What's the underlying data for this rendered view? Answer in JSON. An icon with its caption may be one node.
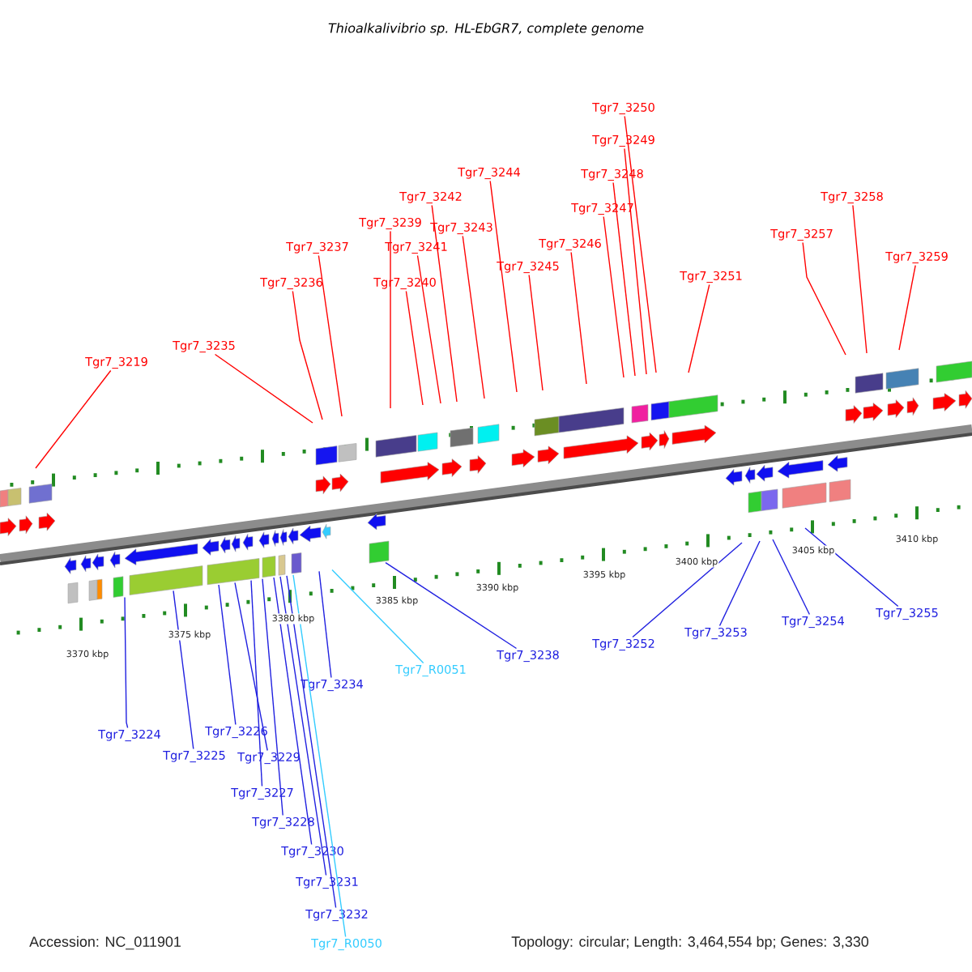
{
  "diagram": {
    "title": "Thioalkalivibrio sp. HL-EbGR7, complete genome",
    "nodes": [
      {
        "text": [
          "Tgr7_3250"
        ]
      },
      {
        "text": [
          "Tgr7_3249"
        ]
      },
      {
        "text": [
          "Tgr7_3248"
        ]
      },
      {
        "text": [
          "Tgr7_3244"
        ]
      },
      {
        "text": [
          "Tgr7_3258"
        ]
      },
      {
        "text": [
          "Tgr7_3242"
        ]
      },
      {
        "text": [
          "Tgr7_3247"
        ]
      },
      {
        "text": [
          "Tgr7_3239"
        ]
      },
      {
        "text": [
          "Tgr7_3243"
        ]
      },
      {
        "text": [
          "Tgr7_3257"
        ]
      },
      {
        "text": [
          "Tgr7_3246"
        ]
      },
      {
        "text": [
          "Tgr7_3237"
        ]
      },
      {
        "text": [
          "Tgr7_3241"
        ]
      },
      {
        "text": [
          "Tgr7_3259"
        ]
      },
      {
        "text": [
          "Tgr7_3245"
        ]
      },
      {
        "text": [
          "Tgr7_3251"
        ]
      },
      {
        "text": [
          "Tgr7_3236"
        ]
      },
      {
        "text": [
          "Tgr7_3240"
        ]
      },
      {
        "text": [
          "Tgr7_3235"
        ]
      },
      {
        "text": [
          "Tgr7_3219"
        ]
      },
      {
        "text": [
          "Tgr7_3255"
        ]
      },
      {
        "text": [
          "Tgr7_3254"
        ]
      },
      {
        "text": [
          "Tgr7_3253"
        ]
      },
      {
        "text": [
          "Tgr7_3252"
        ]
      },
      {
        "text": [
          "Tgr7_3238"
        ]
      },
      {
        "text": [
          "Tgr7_R0051"
        ]
      },
      {
        "text": [
          "Tgr7_3234"
        ]
      },
      {
        "text": [
          "Tgr7_3226"
        ]
      },
      {
        "text": [
          "Tgr7_3224"
        ]
      },
      {
        "text": [
          "Tgr7_3225"
        ]
      },
      {
        "text": [
          "Tgr7_3229"
        ]
      },
      {
        "text": [
          "Tgr7_3227"
        ]
      },
      {
        "text": [
          "Tgr7_3228"
        ]
      },
      {
        "text": [
          "Tgr7_3230"
        ]
      },
      {
        "text": [
          "Tgr7_3231"
        ]
      },
      {
        "text": [
          "Tgr7_3232"
        ]
      },
      {
        "text": [
          "Tgr7_R0050"
        ]
      }
    ],
    "edges": [
      {
        "from": 0,
        "to": null,
        "arrow": "none"
      },
      {
        "from": 1,
        "to": null,
        "arrow": "none"
      },
      {
        "from": 2,
        "to": null,
        "arrow": "none"
      },
      {
        "from": 3,
        "to": null,
        "arrow": "none"
      },
      {
        "from": 4,
        "to": null,
        "arrow": "none"
      },
      {
        "from": 5,
        "to": null,
        "arrow": "none"
      },
      {
        "from": 6,
        "to": null,
        "arrow": "none"
      },
      {
        "from": 7,
        "to": null,
        "arrow": "none"
      },
      {
        "from": 8,
        "to": null,
        "arrow": "none"
      },
      {
        "from": 9,
        "to": null,
        "arrow": "none"
      },
      {
        "from": 10,
        "to": null,
        "arrow": "none"
      },
      {
        "from": 11,
        "to": null,
        "arrow": "none"
      },
      {
        "from": 12,
        "to": null,
        "arrow": "none"
      },
      {
        "from": 13,
        "to": null,
        "arrow": "none"
      },
      {
        "from": 14,
        "to": null,
        "arrow": "none"
      },
      {
        "from": 15,
        "to": null,
        "arrow": "none"
      },
      {
        "from": 16,
        "to": null,
        "arrow": "none"
      },
      {
        "from": 17,
        "to": null,
        "arrow": "none"
      },
      {
        "from": 18,
        "to": null,
        "arrow": "none"
      },
      {
        "from": 19,
        "to": null,
        "arrow": "none"
      },
      {
        "from": 20,
        "to": null,
        "arrow": "none",
        "color": "#2020e0"
      },
      {
        "from": 21,
        "to": null,
        "arrow": "none",
        "color": "#2020e0"
      },
      {
        "from": 22,
        "to": null,
        "arrow": "none",
        "color": "#2020e0"
      },
      {
        "from": 23,
        "to": null,
        "arrow": "none",
        "color": "#2020e0"
      },
      {
        "from": 24,
        "to": null,
        "arrow": "none",
        "color": "#2020e0"
      },
      {
        "from": 25,
        "to": null,
        "arrow": "none",
        "color": "#33ccff"
      },
      {
        "from": 26,
        "to": null,
        "arrow": "none",
        "color": "#2020e0"
      },
      {
        "from": 27,
        "to": null,
        "arrow": "none",
        "color": "#2020e0"
      },
      {
        "from": 28,
        "to": null,
        "arrow": "none",
        "color": "#2020e0"
      },
      {
        "from": 29,
        "to": null,
        "arrow": "none",
        "color": "#2020e0"
      },
      {
        "from": 30,
        "to": null,
        "arrow": "none",
        "color": "#2020e0"
      },
      {
        "from": 31,
        "to": null,
        "arrow": "none",
        "color": "#2020e0"
      },
      {
        "from": 32,
        "to": null,
        "arrow": "none",
        "color": "#2020e0"
      },
      {
        "from": 33,
        "to": null,
        "arrow": "none",
        "color": "#2020e0"
      },
      {
        "from": 34,
        "to": null,
        "arrow": "none",
        "color": "#2020e0"
      },
      {
        "from": 35,
        "to": null,
        "arrow": "none",
        "color": "#2020e0"
      },
      {
        "from": 36,
        "to": null,
        "arrow": "none",
        "color": "#33ccff"
      }
    ],
    "labels": [
      "3370 kbp",
      "3375 kbp",
      "3380 kbp",
      "3385 kbp",
      "3390 kbp",
      "3395 kbp",
      "3400 kbp",
      "3405 kbp",
      "3410 kbp",
      "Accession: NC_011901",
      "Topology: circular; Length: 3,464,554 bp; Genes: 3,330"
    ]
  }
}
